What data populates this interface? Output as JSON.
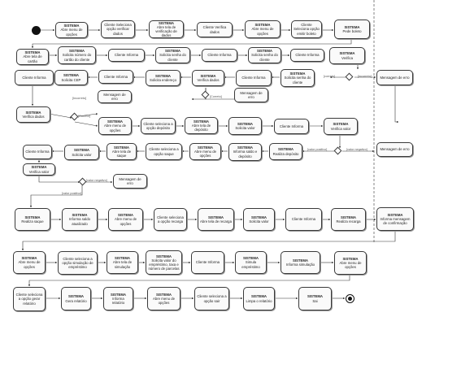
{
  "boxes": {
    "b1": {
      "t": "SISTEMA",
      "d": "Abre menu de opções"
    },
    "b2": {
      "t": "",
      "d": "Cliente Seleciona opção verificar dados"
    },
    "b3": {
      "t": "SISTEMA",
      "d": "Abre tela de verificação de dados"
    },
    "b4": {
      "t": "",
      "d": "Cliente Verifica dados"
    },
    "b5": {
      "t": "SISTEMA",
      "d": "Abre menu de opções"
    },
    "b6": {
      "t": "",
      "d": "Cliente Seleciona opção emitir boleto"
    },
    "b7": {
      "t": "SISTEMA",
      "d": "Pede boleto"
    },
    "b8": {
      "t": "SISTEMA",
      "d": "Abre tela de cartão"
    },
    "b9": {
      "t": "SISTEMA",
      "d": "Solicita número do cartão do cliente"
    },
    "b10": {
      "t": "",
      "d": "Cliente Informa"
    },
    "b11": {
      "t": "SISTEMA",
      "d": "Solicita senha do cliente"
    },
    "b12": {
      "t": "",
      "d": "Cliente Informa"
    },
    "b13": {
      "t": "SISTEMA",
      "d": "Solicita senha do cliente"
    },
    "b14": {
      "t": "",
      "d": "Cliente Informa"
    },
    "b15": {
      "t": "SISTEMA",
      "d": "Verifica"
    },
    "b16": {
      "t": "",
      "d": "Cliente Informa"
    },
    "b17": {
      "t": "SISTEMA",
      "d": "Solicita CEP"
    },
    "b18": {
      "t": "",
      "d": "Cliente Informa"
    },
    "b19": {
      "t": "SISTEMA",
      "d": "Solicita endereço"
    },
    "b20": {
      "t": "SISTEMA",
      "d": "Verifica dados"
    },
    "b21": {
      "t": "",
      "d": "Cliente Informa"
    },
    "b22": {
      "t": "SISTEMA",
      "d": "Solicita senha do cliente"
    },
    "b23": {
      "t": "",
      "d": "Mensagem de erro"
    },
    "b24": {
      "t": "",
      "d": "Mensagem de erro"
    },
    "b25": {
      "t": "SISTEMA",
      "d": "Verifica dados"
    },
    "b26": {
      "t": "",
      "d": "Mensagem de erro"
    },
    "b27": {
      "t": "SISTEMA",
      "d": "Abre menu de opções"
    },
    "b28": {
      "t": "",
      "d": "Cliente seleciona a opção depósito"
    },
    "b29": {
      "t": "SISTEMA",
      "d": "Abre tela de depósito"
    },
    "b30": {
      "t": "SISTEMA",
      "d": "Solicita valor"
    },
    "b31": {
      "t": "",
      "d": "Cliente Informa"
    },
    "b32": {
      "t": "SISTEMA",
      "d": "Verifica valor"
    },
    "b33": {
      "t": "",
      "d": "Mensagem de erro"
    },
    "b34": {
      "t": "",
      "d": "Cliente Informa"
    },
    "b35": {
      "t": "SISTEMA",
      "d": "Solicita valor"
    },
    "b36": {
      "t": "SISTEMA",
      "d": "Abre tela de saque"
    },
    "b37": {
      "t": "",
      "d": "Cliente seleciona a opção saque"
    },
    "b38": {
      "t": "SISTEMA",
      "d": "Abre menu de opções"
    },
    "b39": {
      "t": "SISTEMA",
      "d": "Informa saldo e depósito"
    },
    "b40": {
      "t": "SISTEMA",
      "d": "Realiza depósito"
    },
    "b41": {
      "t": "SISTEMA",
      "d": "Verifica valor"
    },
    "b42": {
      "t": "",
      "d": "Mensagem de erro"
    },
    "b43": {
      "t": "SISTEMA",
      "d": "Realiza saque"
    },
    "b44": {
      "t": "SISTEMA",
      "d": "Informa saldo atualizado"
    },
    "b45": {
      "t": "SISTEMA",
      "d": "Abre menu de opções"
    },
    "b46": {
      "t": "",
      "d": "Cliente seleciona a opção recarga"
    },
    "b47": {
      "t": "SISTEMA",
      "d": "Abre tela de recarga"
    },
    "b48": {
      "t": "SISTEMA",
      "d": "Solicita valor"
    },
    "b49": {
      "t": "",
      "d": "Cliente Informa"
    },
    "b50": {
      "t": "SISTEMA",
      "d": "Realiza recarga"
    },
    "b51": {
      "t": "SISTEMA",
      "d": "Informa mensagem de confirmação"
    },
    "b52": {
      "t": "SISTEMA",
      "d": "Abre menu de opções"
    },
    "b53": {
      "t": "",
      "d": "Cliente seleciona a opção simulação de empréstimo"
    },
    "b54": {
      "t": "SISTEMA",
      "d": "Abre tela de simulação"
    },
    "b55": {
      "t": "SISTEMA",
      "d": "Solicita valor do empréstimo, taxa e número de parcelas"
    },
    "b56": {
      "t": "",
      "d": "Cliente Informa"
    },
    "b57": {
      "t": "SISTEMA",
      "d": "Simula empréstimo"
    },
    "b58": {
      "t": "SISTEMA",
      "d": "Informa simulação"
    },
    "b59": {
      "t": "SISTEMA",
      "d": "Abre menu de opções"
    },
    "b60": {
      "t": "",
      "d": "Cliente seleciona a opção gerar relatório"
    },
    "b61": {
      "t": "SISTEMA",
      "d": "Gera relatório"
    },
    "b62": {
      "t": "SISTEMA",
      "d": "Informa relatório"
    },
    "b63": {
      "t": "SISTEMA",
      "d": "Abre menu de opções"
    },
    "b64": {
      "t": "",
      "d": "Cliente seleciona a opção sair"
    },
    "b65": {
      "t": "SISTEMA",
      "d": "Limpa o relatório"
    },
    "b66": {
      "t": "SISTEMA",
      "d": "Sai"
    }
  },
  "labels": {
    "l1": "[correto]",
    "l2": "[incorreto]",
    "l3": "[Correto]",
    "l4": "[Correto]",
    "l5": "[Incorreto]",
    "l6": "[valor positivo]",
    "l7": "[valor negativo]",
    "l8": "[valor negativo]",
    "l9": "[valor positivo]"
  }
}
